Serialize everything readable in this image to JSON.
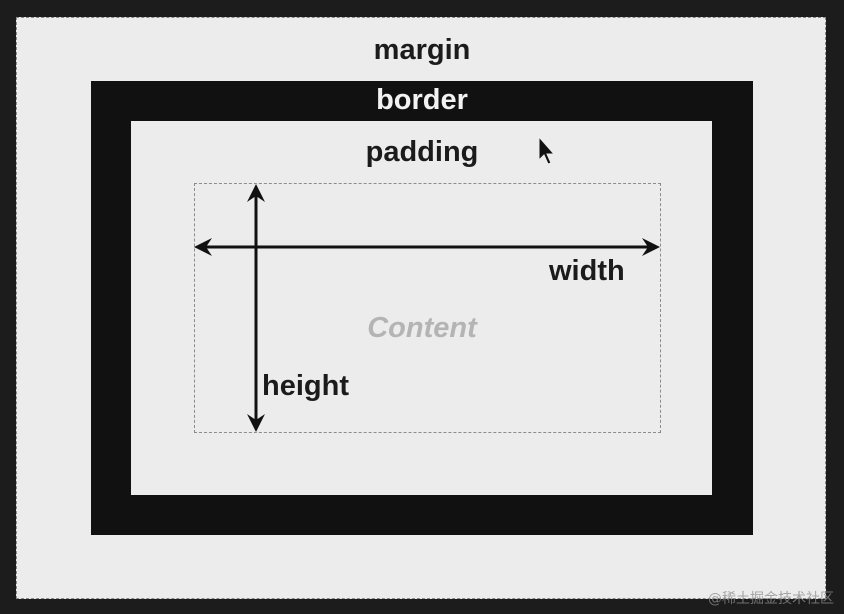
{
  "diagram": {
    "labels": {
      "margin": "margin",
      "border": "border",
      "padding": "padding",
      "content": "Content",
      "width": "width",
      "height": "height"
    },
    "colors": {
      "background": "#1c1c1c",
      "margin_fill": "#ececec",
      "border_fill": "#111111",
      "padding_fill": "#ececec",
      "content_text": "#b4b4b4",
      "label_text": "#1b1b1b",
      "border_text": "#f2f2f2"
    },
    "watermark": "@稀土掘金技术社区"
  }
}
